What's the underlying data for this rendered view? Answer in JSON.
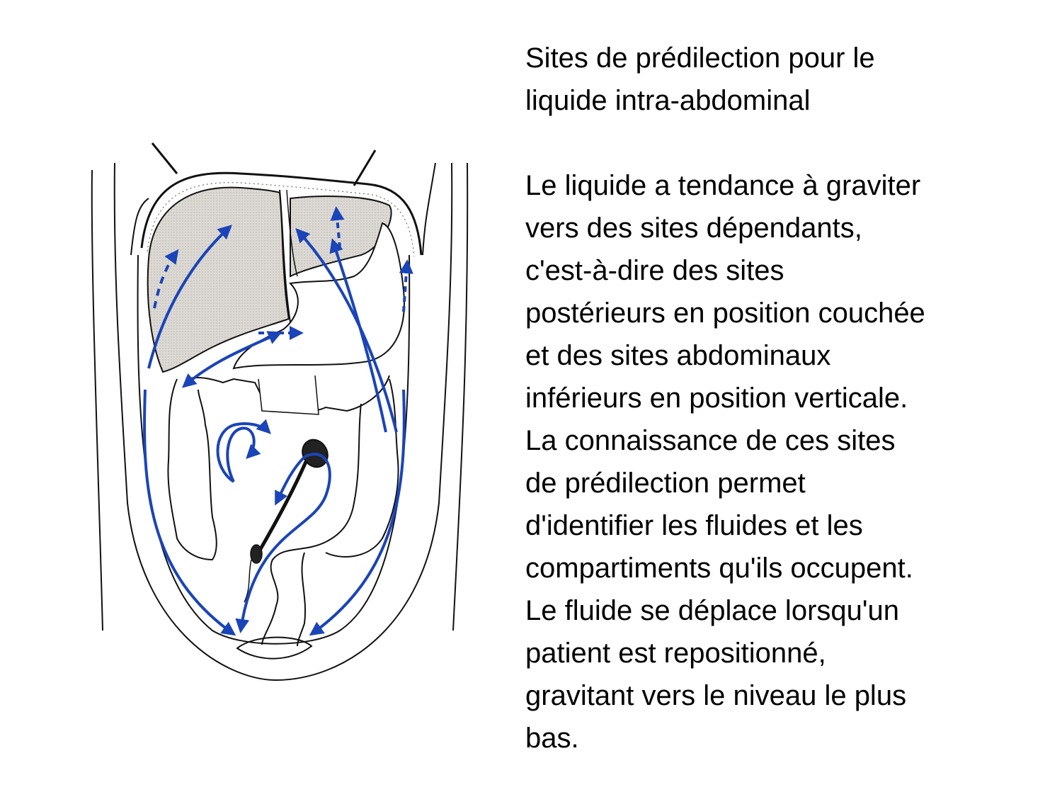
{
  "slide": {
    "title_lines": [
      "Sites de prédilection pour le",
      "liquide intra-abdominal"
    ],
    "body_lines": [
      "Le liquide a tendance à graviter",
      "vers des sites dépendants,",
      "c'est-à-dire des sites",
      "postérieurs en position couchée",
      "et des sites abdominaux",
      "inférieurs en position verticale.",
      "La connaissance de ces sites",
      "de prédilection permet",
      "d'identifier les fluides et les",
      "compartiments qu'ils occupent.",
      "Le fluide se déplace lorsqu'un",
      "patient est repositionné,",
      "gravitant vers le niveau le plus",
      "bas."
    ]
  },
  "illustration": {
    "subject": "abdominal-cavity-fluid-flow",
    "arrow_color": "#1a44b8",
    "organ_fill": "#d9d6d1",
    "line_color": "#111111"
  }
}
